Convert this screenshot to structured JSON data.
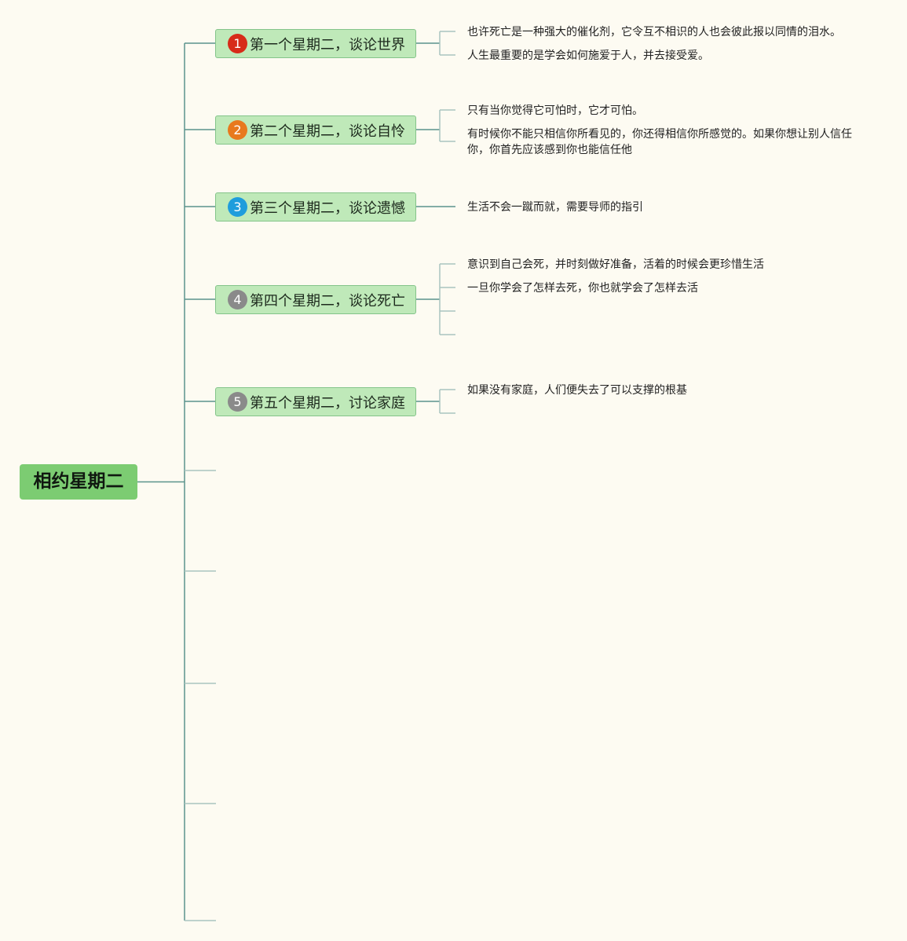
{
  "colors": {
    "background": "#fdfbf2",
    "root_fill": "#7ccc72",
    "topic_fill": "#bfe9b9",
    "topic_border": "#84c48a",
    "connector": "#5b938c",
    "subconnector": "#a9c5bf"
  },
  "root": {
    "label": "相约星期二"
  },
  "topics": [
    {
      "priority": "1",
      "priority_color": "#d72b19",
      "label": "第一个星期二，谈论世界",
      "notes": [
        "也许死亡是一种强大的催化剂，它令互不相识的人也会彼此报以同情的泪水。",
        "人生最重要的是学会如何施爱于人，并去接受爱。"
      ]
    },
    {
      "priority": "2",
      "priority_color": "#e8791d",
      "label": "第二个星期二，谈论自怜",
      "notes": [
        "只有当你觉得它可怕时，它才可怕。",
        "有时候你不能只相信你所看见的，你还得相信你所感觉的。如果你想让别人信任你，你首先应该感到你也能信任他"
      ]
    },
    {
      "priority": "3",
      "priority_color": "#1f9ddc",
      "label": "第三个星期二，谈论遗憾",
      "notes": [
        "生活不会一蹴而就，需要导师的指引"
      ]
    },
    {
      "priority": "4",
      "priority_color": "#8a8a8a",
      "label": "第四个星期二，谈论死亡",
      "notes": [
        "意识到自己会死，并时刻做好准备，活着的时候会更珍惜生活",
        "一旦你学会了怎样去死，你也就学会了怎样去活",
        "",
        ""
      ]
    },
    {
      "priority": "5",
      "priority_color": "#8a8a8a",
      "label": "第五个星期二，讨论家庭",
      "notes": [
        "如果没有家庭，人们便失去了可以支撑的根基",
        ""
      ]
    },
    {
      "label": ""
    },
    {
      "label": ""
    },
    {
      "label": ""
    },
    {
      "label": ""
    },
    {
      "label": ""
    }
  ]
}
